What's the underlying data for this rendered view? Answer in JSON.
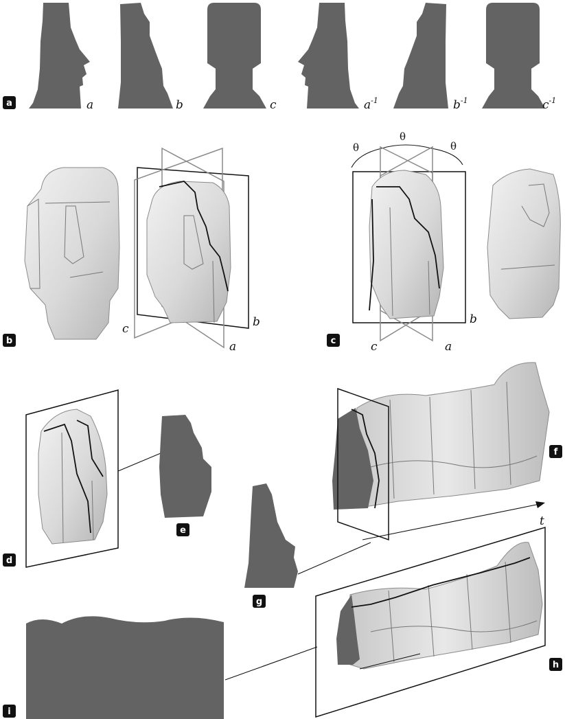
{
  "panels": {
    "a": "a",
    "b": "b",
    "c": "c",
    "d": "d",
    "e": "e",
    "f": "f",
    "g": "g",
    "h": "h",
    "i": "i"
  },
  "silhouette_labels": {
    "a": "a",
    "b": "b",
    "c": "c",
    "a_inv_base": "a",
    "b_inv_base": "b",
    "c_inv_base": "c",
    "inv_exp": "-1"
  },
  "plane_labels_b": {
    "a": "a",
    "b": "b",
    "c": "c"
  },
  "plane_labels_c": {
    "a": "a",
    "b": "b",
    "c": "c"
  },
  "angle_labels": {
    "theta1": "θ",
    "theta2": "θ",
    "theta3": "θ"
  },
  "axis_label": "t",
  "colors": {
    "silhouette": "#636363",
    "badge": "#111111",
    "plane_dark": "#111111",
    "plane_gray": "#8a8a8a"
  }
}
